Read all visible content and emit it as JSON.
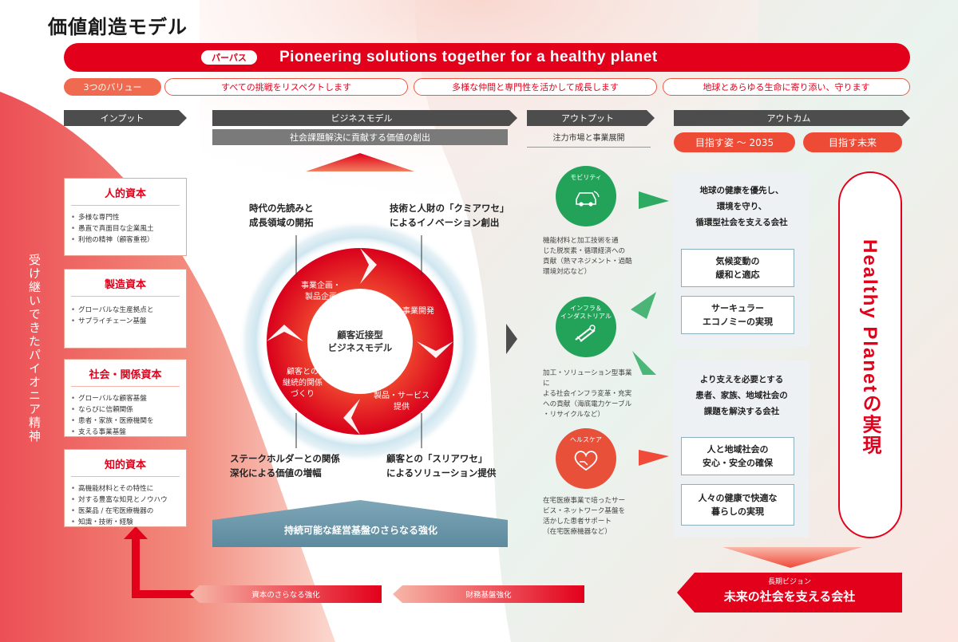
{
  "title": "価値創造モデル",
  "purpose": {
    "label": "パーパス",
    "text": "Pioneering solutions together for a healthy planet"
  },
  "values": {
    "label": "3つのバリュー",
    "items": [
      "すべての挑戦をリスペクトします",
      "多様な仲間と専門性を活かして成長します",
      "地球とあらゆる生命に寄り添い、守ります"
    ]
  },
  "columns": {
    "input": "インプット",
    "business": "ビジネスモデル",
    "output": "アウトプット",
    "outcome": "アウトカム"
  },
  "business_subtitle": "社会課題解決に貢献する価値の創出",
  "output_subtitle": "注力市場と事業展開",
  "outcome_pills": [
    "目指す姿 ～ 2035",
    "目指す未来"
  ],
  "spirit": "受け継いできたパイオニア精神",
  "capitals": [
    {
      "title": "人的資本",
      "items": [
        "多様な専門性",
        "愚直で真面目な企業風土",
        "利他の精神（顧客重視）"
      ]
    },
    {
      "title": "製造資本",
      "items": [
        "グローバルな生産拠点と",
        "サプライチェーン基盤"
      ]
    },
    {
      "title": "社会・関係資本",
      "items": [
        "グローバルな顧客基盤",
        "ならびに信頼関係",
        "患者・家族・医療機関を",
        "支える事業基盤"
      ]
    },
    {
      "title": "知的資本",
      "items": [
        "高機能材料とその特性に",
        "対する豊富な知見とノウハウ",
        "医薬品 / 在宅医療機器の",
        "知識・技術・経験"
      ]
    }
  ],
  "business_model": {
    "label_top_left": [
      "時代の先読みと",
      "成長領域の開拓"
    ],
    "label_top_right": [
      "技術と人財の「クミアワセ」",
      "によるイノベーション創出"
    ],
    "label_bottom_left": [
      "ステークホルダーとの関係",
      "深化による価値の増幅"
    ],
    "label_bottom_right": [
      "顧客との「スリアワセ」",
      "によるソリューション提供"
    ],
    "ring": {
      "planning": [
        "事業企画・",
        "製品企画"
      ],
      "development": [
        "事業開発"
      ],
      "product": [
        "製品・サービス",
        "提供"
      ],
      "relations": [
        "顧客との",
        "継続的関係",
        "づくり"
      ]
    },
    "center": [
      "顧客近接型",
      "ビジネスモデル"
    ],
    "foundation": "持続可能な経営基盤のさらなる強化"
  },
  "outputs": [
    {
      "icon_label": "モビリティ",
      "icon": "car-icon",
      "color": "#23a35a",
      "desc": [
        "機能材料と加工技術を通",
        "じた脱炭素・循環経済への",
        "貢献（熱マネジメント・過酷",
        "環境対応など）"
      ]
    },
    {
      "icon_label": [
        "インフラ＆",
        "インダストリアル"
      ],
      "icon": "tools-icon",
      "color": "#23a35a",
      "desc": [
        "加工・ソリューション型事業に",
        "よる社会インフラ変革・充実",
        "への貢献（海底電力ケーブル",
        "・リサイクルなど）"
      ]
    },
    {
      "icon_label": "ヘルスケア",
      "icon": "heart-hands-icon",
      "color": "#e8503a",
      "desc": [
        "在宅医療事業で培ったサー",
        "ビス・ネットワーク基盤を",
        "活かした患者サポート",
        "（在宅医療機器など）"
      ]
    }
  ],
  "outcome_panels": [
    {
      "head": [
        "地球の健康を優先し、",
        "環境を守り、",
        "循環型社会を支える会社"
      ],
      "boxes": [
        [
          "気候変動の",
          "緩和と適応"
        ],
        [
          "サーキュラー",
          "エコノミーの実現"
        ]
      ]
    },
    {
      "head": [
        "より支えを必要とする",
        "患者、家族、地域社会の",
        "課題を解決する会社"
      ],
      "boxes": [
        [
          "人と地域社会の",
          "安心・安全の確保"
        ],
        [
          "人々の健康で快適な",
          "暮らしの実現"
        ]
      ]
    }
  ],
  "healthy_planet": "Healthy Planetの実現",
  "bottom": {
    "capital_strengthen": "資本のさらなる強化",
    "financial": "財務基盤強化",
    "vision_small": "長期ビジョン",
    "vision_main": "未来の社会を支える会社"
  },
  "colors": {
    "brand_red": "#e3001b",
    "green": "#23a35a",
    "gray_dark": "#4d4d4d"
  }
}
